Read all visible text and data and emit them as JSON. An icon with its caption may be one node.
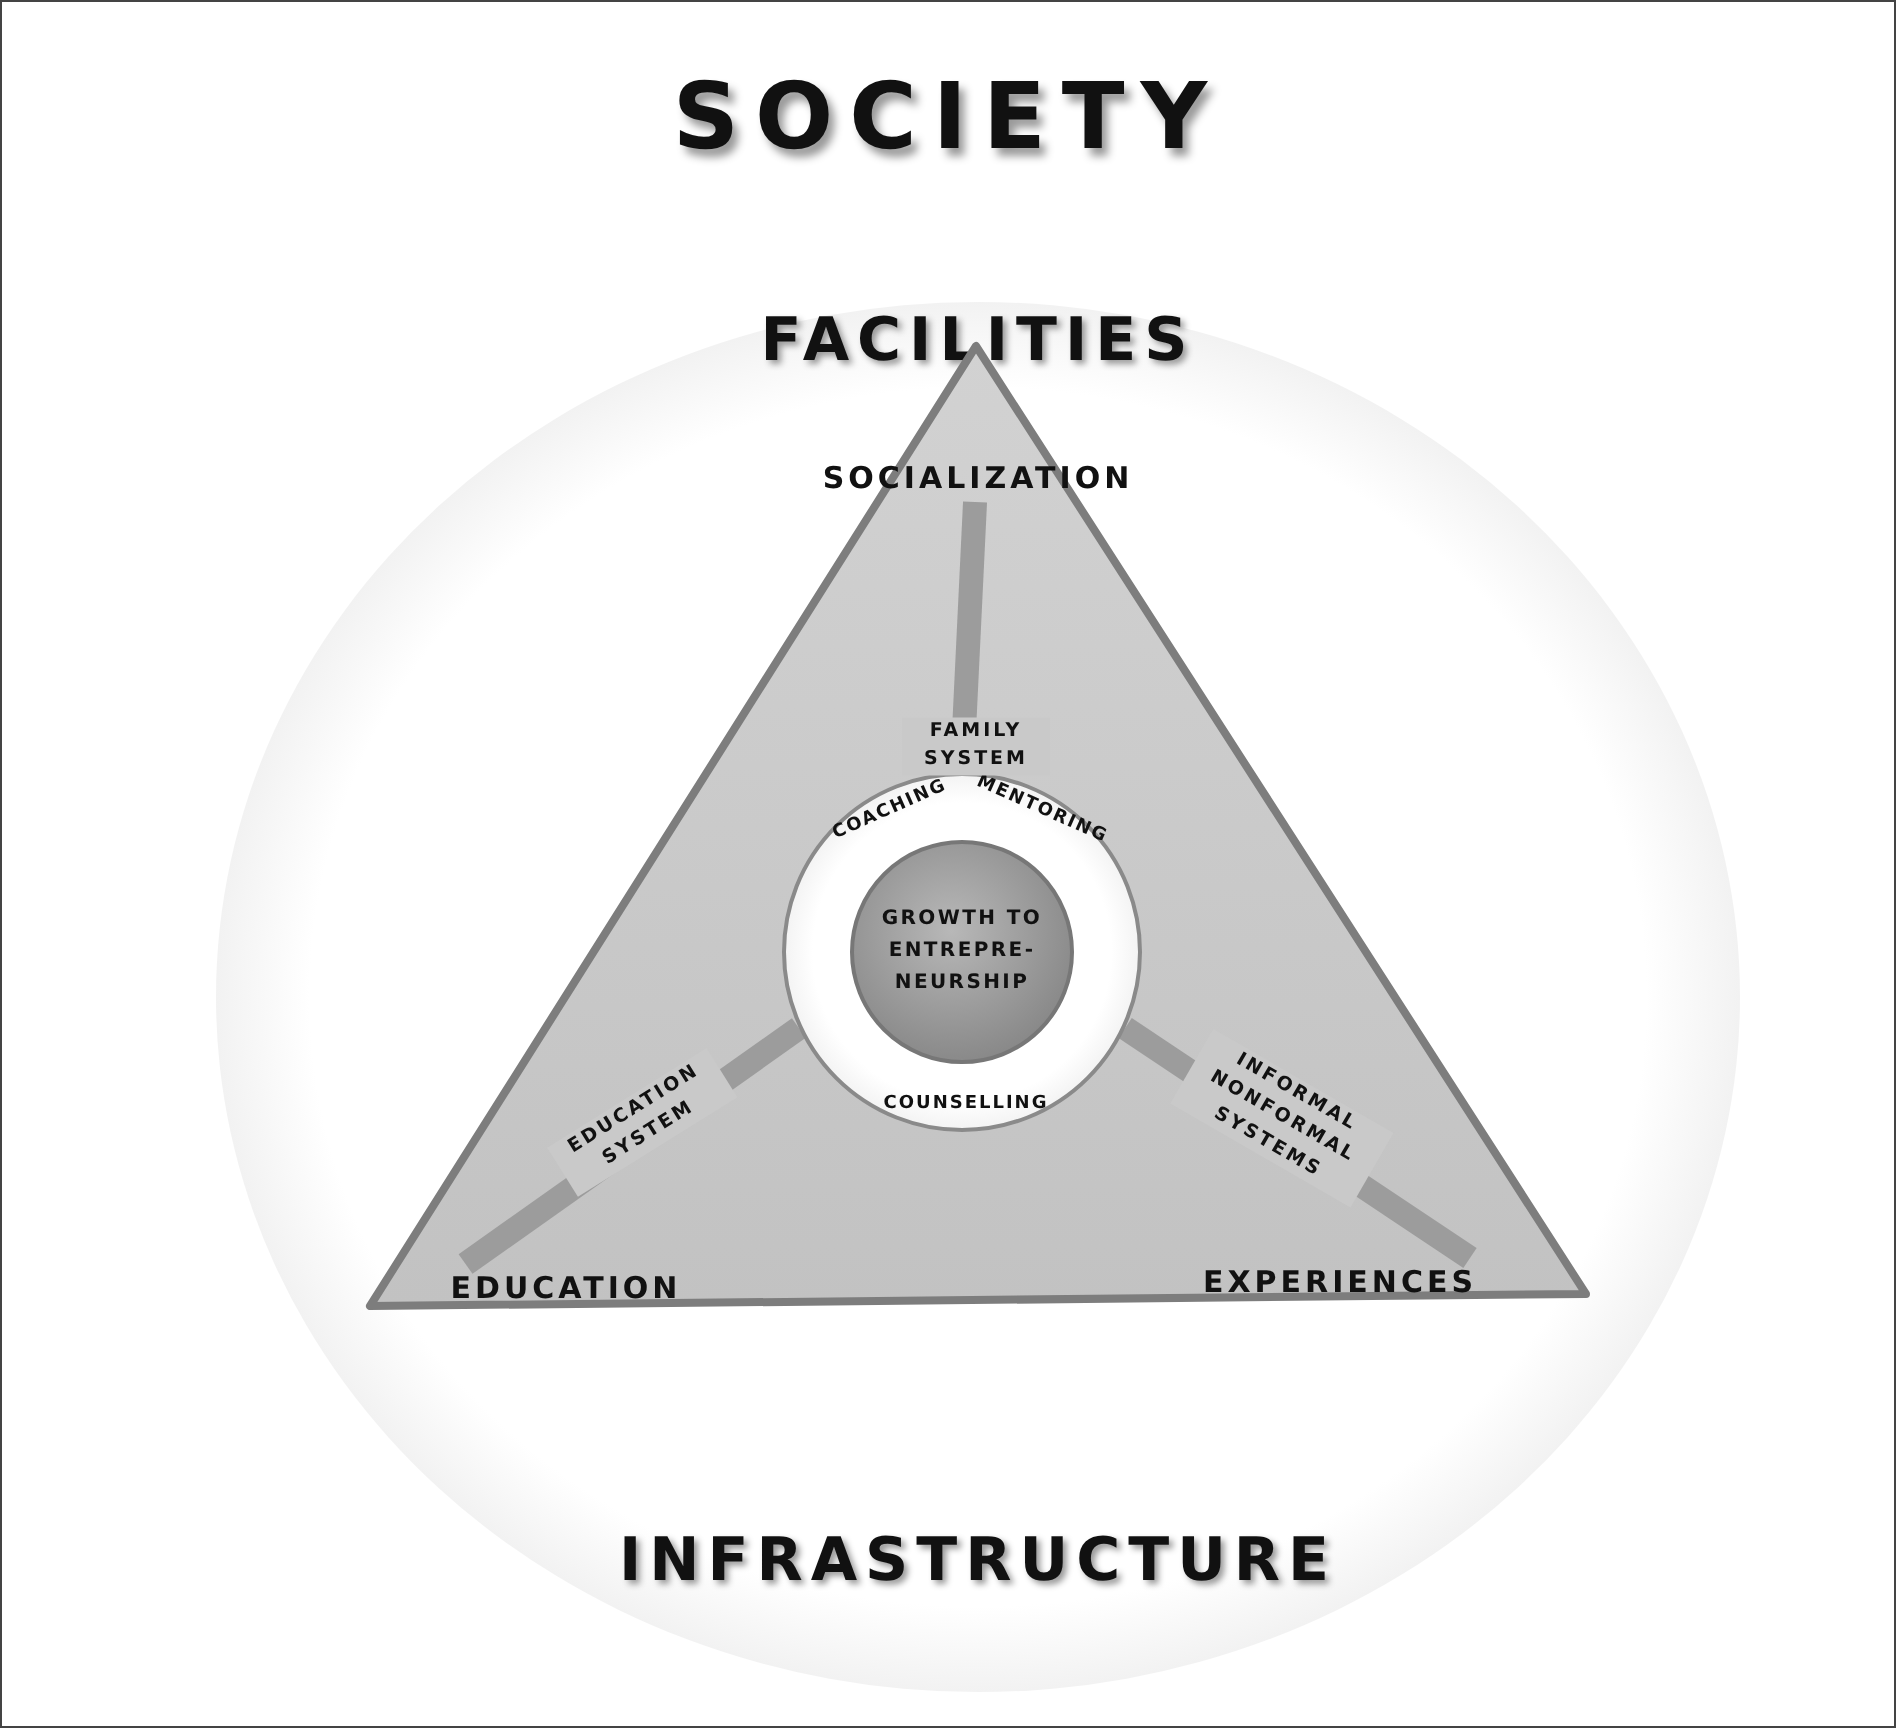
{
  "diagram": {
    "title": "SOCIETY",
    "nodes": [
      {
        "text": [
          "FACILITIES",
          "INFRASTRUCTURE"
        ]
      },
      {
        "text": [],
        "shape": "triangle",
        "in": 0
      },
      {
        "text": [
          "SOCIALIZATION"
        ],
        "in": 1
      },
      {
        "text": [
          "EDUCATION"
        ],
        "in": 1
      },
      {
        "text": [
          "EXPERIENCES"
        ],
        "in": 1
      },
      {
        "text": [
          "COACHING",
          "MENTORING",
          "COUNSELLING"
        ],
        "in": 1
      },
      {
        "text": [
          "GROWTH TO ENTREPRE-NEURSHIP"
        ],
        "in": 5
      }
    ],
    "edges": [
      {
        "from": 5,
        "to": 2,
        "arrow": "none",
        "label": "FAMILY SYSTEM"
      },
      {
        "from": 5,
        "to": 3,
        "arrow": "none",
        "label": "EDUCATION SYSTEM"
      },
      {
        "from": 5,
        "to": 4,
        "arrow": "none",
        "label": "INFORMAL NONFORMAL SYSTEMS"
      }
    ]
  }
}
